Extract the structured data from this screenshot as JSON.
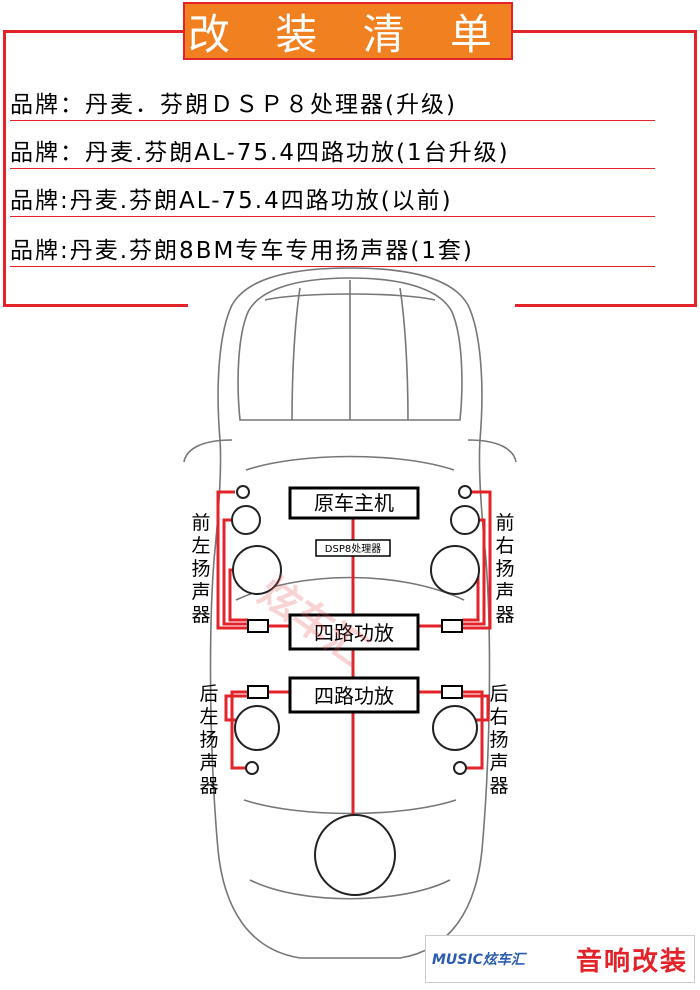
{
  "header": {
    "title": "改 装 清 单"
  },
  "brands": [
    "品牌：丹麦．芬朗ＤＳＰ８处理器(升级)",
    "品牌：丹麦.芬朗AL-75.4四路功放(1台升级)",
    "品牌:丹麦.芬朗AL-75.4四路功放(以前)",
    "品牌:丹麦.芬朗8BM专车专用扬声器(1套)"
  ],
  "diagram": {
    "head_unit": "原车主机",
    "dsp": "DSP8处理器",
    "amp_front": "四路功放",
    "amp_rear": "四路功放",
    "front_left": "前左扬声器",
    "front_right": "前右扬声器",
    "rear_left": "后左扬声器",
    "rear_right": "后右扬声器"
  },
  "watermark": "炫车汇",
  "logo": {
    "left": "MUSIC炫车汇",
    "right": "音响改装"
  },
  "colors": {
    "accent": "#e3232a",
    "title_bg": "#f08020"
  }
}
